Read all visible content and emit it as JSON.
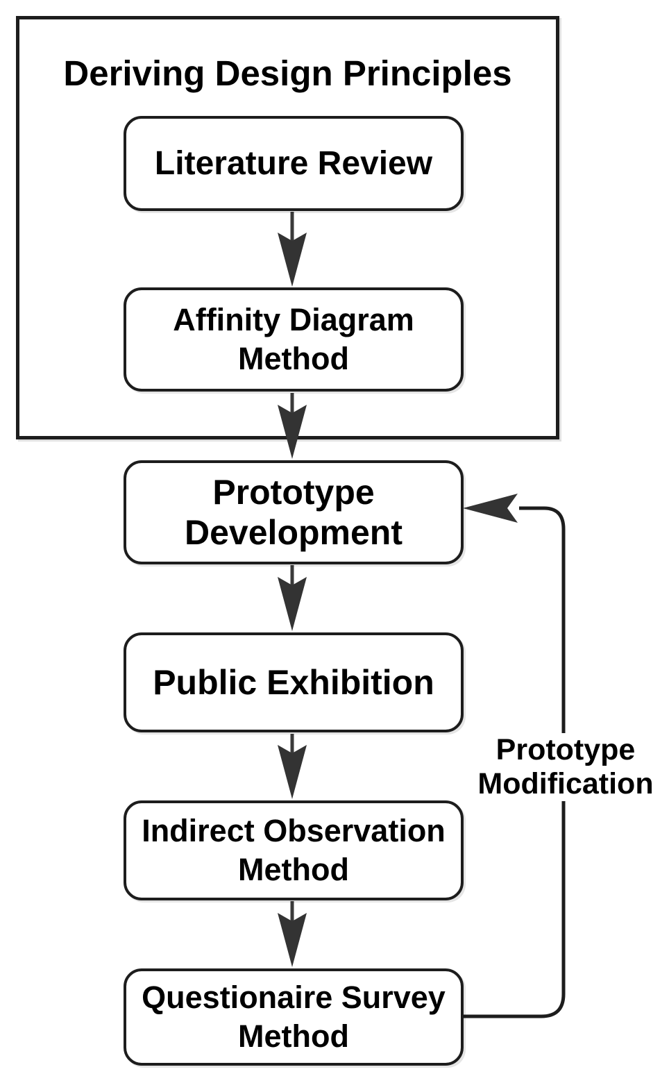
{
  "colors": {
    "ink": "#1d1d1d",
    "stem": "#3a3a3a",
    "arrow_fill": "#333333",
    "node_fill": "#ffffff",
    "background": "#ffffff",
    "text": "#000000"
  },
  "flowchart": {
    "group_title": "Deriving Design Principles",
    "nodes": [
      {
        "id": "literature-review",
        "lines": [
          "Literature Review"
        ]
      },
      {
        "id": "affinity-diagram-method",
        "lines": [
          "Affinity Diagram",
          "Method"
        ]
      },
      {
        "id": "prototype-development",
        "lines": [
          "Prototype",
          "Development"
        ]
      },
      {
        "id": "public-exhibition",
        "lines": [
          "Public Exhibition"
        ]
      },
      {
        "id": "indirect-observation-method",
        "lines": [
          "Indirect Observation",
          "Method"
        ]
      },
      {
        "id": "questionaire-survey-method",
        "lines": [
          "Questionaire Survey",
          "Method"
        ]
      }
    ],
    "feedback_label_lines": [
      "Prototype",
      "Modification"
    ]
  }
}
